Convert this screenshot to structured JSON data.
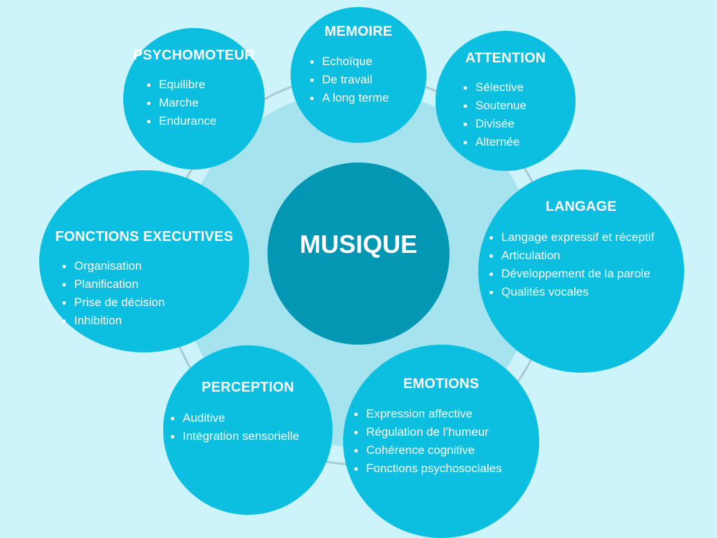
{
  "colors": {
    "background": "#ccf4fa",
    "halo": "#a5e3ee",
    "ring": "#a9cad2",
    "bubble": "#0cbfe0",
    "center": "#0497b4",
    "text": "#ffffff"
  },
  "center": {
    "label": "MUSIQUE"
  },
  "nodes": {
    "memoire": {
      "title": "MEMOIRE",
      "items": [
        "Echoïque",
        "De travail",
        "A long terme"
      ]
    },
    "attention": {
      "title": "ATTENTION",
      "items": [
        "Sélective",
        "Soutenue",
        "Divisée",
        "Alternée"
      ]
    },
    "langage": {
      "title": "LANGAGE",
      "items": [
        "Langage expressif et réceptif",
        "Articulation",
        "Développement de la parole",
        "Qualités vocales"
      ]
    },
    "emotions": {
      "title": "EMOTIONS",
      "items": [
        "Expression affective",
        "Régulation de l’humeur",
        "Cohérence cognitive",
        "Fonctions psychosociales"
      ]
    },
    "perception": {
      "title": "PERCEPTION",
      "items": [
        "Auditive",
        "Intégration sensorielle"
      ]
    },
    "fonctions_executives": {
      "title": "FONCTIONS EXECUTIVES",
      "items": [
        "Organisation",
        "Planification",
        "Prise de décision",
        "Inhibition"
      ]
    },
    "psychomoteur": {
      "title": "PSYCHOMOTEUR",
      "items": [
        "Equilibre",
        "Marche",
        "Endurance"
      ]
    }
  }
}
